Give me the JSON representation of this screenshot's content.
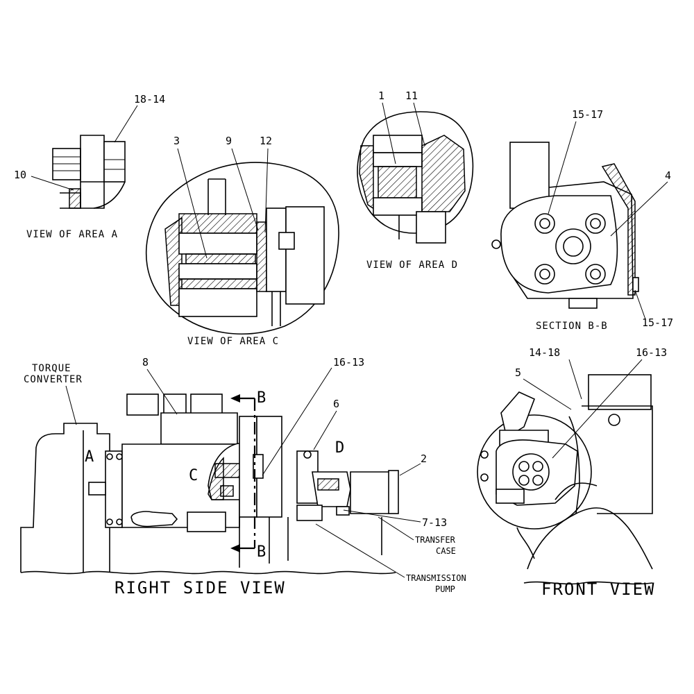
{
  "views": {
    "area_a": {
      "caption": "VIEW OF AREA A",
      "callouts": [
        "18-14",
        "10"
      ]
    },
    "area_c": {
      "caption": "VIEW OF AREA C",
      "callouts": [
        "3",
        "9",
        "12"
      ]
    },
    "area_d": {
      "caption": "VIEW OF AREA D",
      "callouts": [
        "1",
        "11"
      ]
    },
    "section_bb": {
      "caption": "SECTION B-B",
      "callouts": [
        "15-17",
        "4",
        "15-17"
      ]
    },
    "right_side": {
      "caption": "RIGHT SIDE VIEW",
      "torque_converter": [
        "TORQUE",
        "CONVERTER"
      ],
      "area_letters": [
        "A",
        "C",
        "D"
      ],
      "section_marks": [
        "B",
        "B"
      ],
      "callouts": [
        "8",
        "16-13",
        "6",
        "2",
        "7-13"
      ],
      "transfer_case": [
        "TRANSFER",
        "CASE"
      ],
      "transmission_pump": [
        "TRANSMISSION",
        "PUMP"
      ]
    },
    "front": {
      "caption": "FRONT VIEW",
      "callouts": [
        "14-18",
        "5",
        "16-13"
      ]
    }
  }
}
